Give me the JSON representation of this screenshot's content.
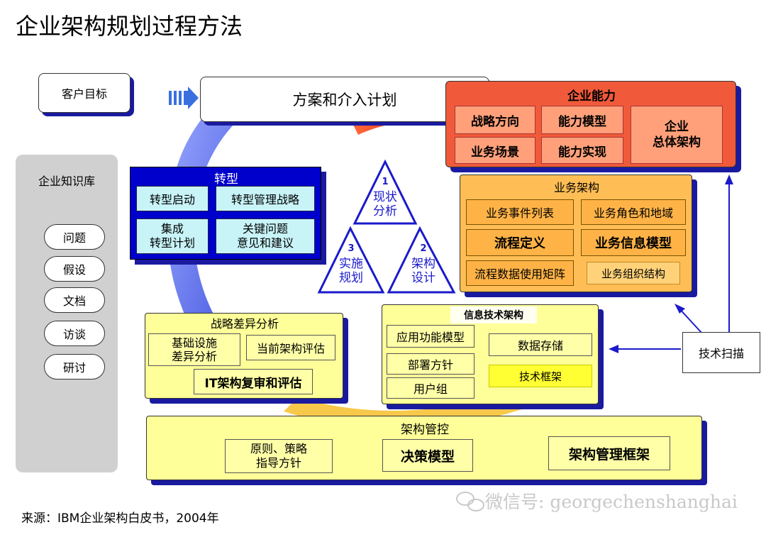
{
  "title": "企业架构规划过程方法",
  "source": "来源：IBM企业架构白皮书，2004年",
  "watermark": "微信号: georgechenshanghai",
  "customer_goal": "客户目标",
  "plan": "方案和介入计划",
  "knowledge_base": {
    "title": "企业知识库",
    "items": [
      "问题",
      "假设",
      "文档",
      "访谈",
      "研讨"
    ]
  },
  "enterprise_capability": {
    "title": "企业能力",
    "items": [
      "战略方向",
      "能力模型",
      "业务场景",
      "能力实现",
      "企业\n总体架构"
    ]
  },
  "transformation": {
    "title": "转型",
    "items": [
      "转型启动",
      "转型管理战略",
      "集成\n转型计划",
      "关键问题\n意见和建议"
    ]
  },
  "cycle": {
    "step1_num": "1",
    "step1": "现状\n分析",
    "step2_num": "2",
    "step2": "架构\n设计",
    "step3_num": "3",
    "step3": "实施\n规划"
  },
  "business_architecture": {
    "title": "业务架构",
    "items": [
      "业务事件列表",
      "业务角色和地域",
      "流程定义",
      "业务信息模型",
      "流程数据使用矩阵",
      "业务组织结构"
    ]
  },
  "gap_analysis": {
    "title": "战略差异分析",
    "items": [
      "基础设施\n差异分析",
      "当前架构评估",
      "IT架构复审和评估"
    ]
  },
  "it_architecture": {
    "title": "信息技术架构",
    "items": [
      "应用功能模型",
      "数据存储",
      "部署方针",
      "技术框架",
      "用户组"
    ]
  },
  "tech_scan": "技术扫描",
  "governance": {
    "title": "架构管控",
    "items": [
      "原则、策略\n指导方针",
      "决策模型",
      "架构管理框架"
    ]
  },
  "colors": {
    "blue_header": "#0000cc",
    "red_header": "#f05a3a",
    "orange_box": "#ffbe55",
    "yellow_box": "#ffff99",
    "arc_blue": "#5a6ee6",
    "arc_red": "#e01818"
  }
}
